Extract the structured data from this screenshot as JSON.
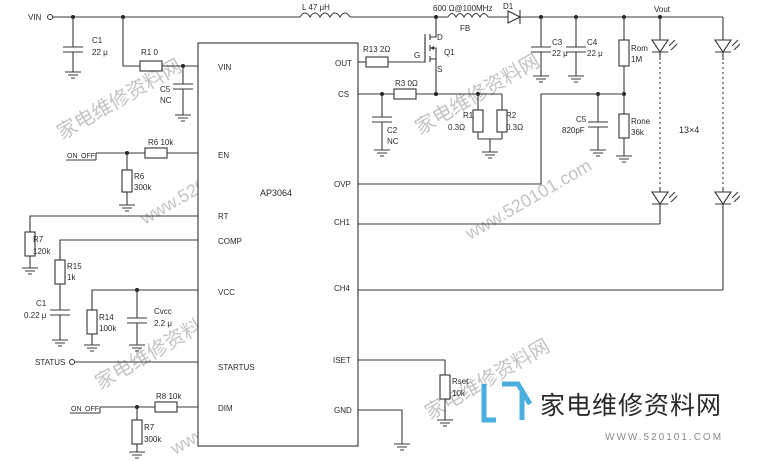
{
  "ic": {
    "name": "AP3064",
    "left_pins": [
      "VIN",
      "EN",
      "RT",
      "COMP",
      "VCC",
      "STARTUS",
      "DIM"
    ],
    "right_pins": [
      "OUT",
      "CS",
      "OVP",
      "CH1",
      "CH4",
      "ISET",
      "GND"
    ]
  },
  "labels": {
    "vin": "VIN",
    "vout": "Vout",
    "inductor": "L  47 μH",
    "bead_top": "600 Ω@100MHz",
    "bead_bottom": "FB",
    "diode": "D1",
    "q1": "Q1",
    "q_g": "G",
    "q_d": "D",
    "q_s": "S",
    "led_array": "13×4",
    "on": "ON",
    "off": "OFF",
    "status": "STATUS"
  },
  "components": {
    "c1_top": [
      "C1",
      "22 μ"
    ],
    "r1": "R1 0",
    "c5_left": [
      "C5",
      "NC"
    ],
    "r13": "R13 2Ω",
    "r3": "R3 0Ω",
    "c2": [
      "C2",
      "NC"
    ],
    "r1_cs": [
      "R1",
      "0.3Ω"
    ],
    "r2": [
      "R2",
      "0.3Ω"
    ],
    "c3": [
      "C3",
      "22 μ"
    ],
    "c4": [
      "C4",
      "22 μ"
    ],
    "rom": [
      "Rom",
      "1M"
    ],
    "c5_right": [
      "C5",
      "820pF"
    ],
    "rone": [
      "Rone",
      "36k"
    ],
    "r6_series": "R6 10k",
    "r6_shunt": [
      "R6",
      "300k"
    ],
    "r7_rt": [
      "R7",
      "120k"
    ],
    "r15": [
      "R15",
      "1k"
    ],
    "c1_comp": [
      "C1",
      "0.22 μ"
    ],
    "r14": [
      "R14",
      "100k"
    ],
    "cvcc": [
      "Cvcc",
      "2.2 μ"
    ],
    "r8": "R8 10k",
    "r7_dim": [
      "R7",
      "300k"
    ],
    "rset": [
      "Rset",
      "10k"
    ]
  },
  "watermarks": [
    "家电维修资料网",
    "www.520101.com"
  ],
  "brand": {
    "name": "家电维修资料网",
    "site": "WWW.520101.COM",
    "color": "#2aa0d8"
  }
}
